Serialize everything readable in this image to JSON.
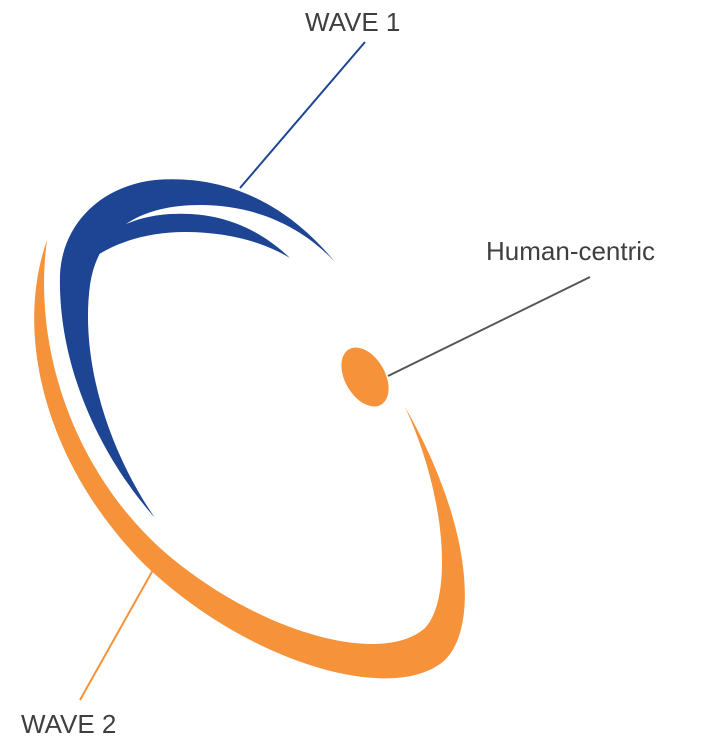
{
  "labels": {
    "wave1": "WAVE 1",
    "human_centric": "Human-centric",
    "wave2": "WAVE 2"
  },
  "colors": {
    "wave1": "#1d4594",
    "wave2": "#f5923a",
    "human_centric": "#f5923a",
    "leader_wave1": "#1d4594",
    "leader_human": "#555555",
    "leader_wave2": "#f5923a",
    "text": "#3f3f3f"
  }
}
